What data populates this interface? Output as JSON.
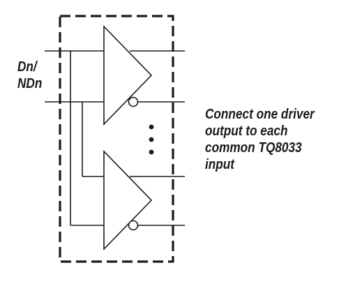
{
  "input_label": {
    "line1": "Dn/",
    "line2": "NDn"
  },
  "note": {
    "lines": [
      "Connect one driver",
      "output to each",
      "common TQ8033",
      "input"
    ]
  },
  "colors": {
    "ink": "#1a1a1a",
    "background": "#ffffff"
  },
  "diagram": {
    "driver_count_shown": 2,
    "ellipsis_dots": 3,
    "boundary_style": "dashed"
  }
}
